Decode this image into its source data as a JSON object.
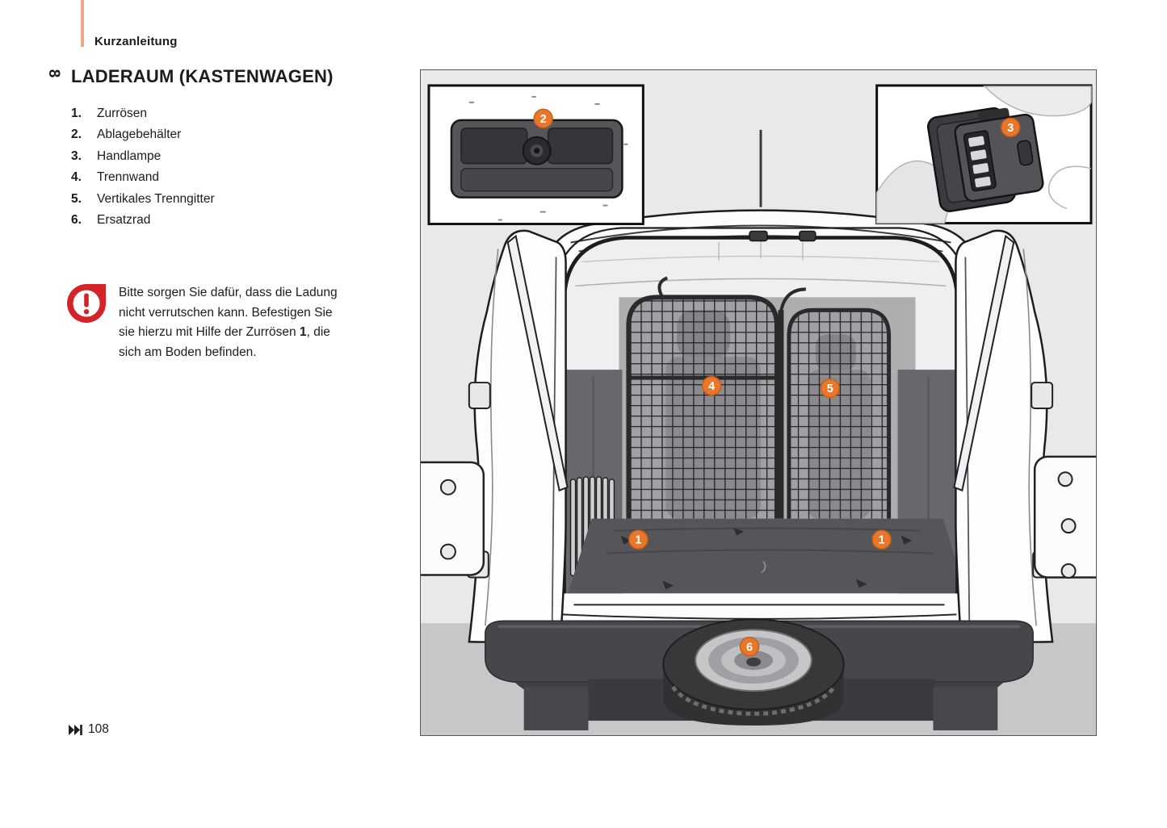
{
  "page": {
    "section_label": "Kurzanleitung",
    "chapter_number": "8",
    "title": "LADERAUM (KASTENWAGEN)",
    "page_ref": "108"
  },
  "legend": {
    "items": [
      {
        "num": "1.",
        "label": "Zurrösen"
      },
      {
        "num": "2.",
        "label": "Ablagebehälter"
      },
      {
        "num": "3.",
        "label": "Handlampe"
      },
      {
        "num": "4.",
        "label": "Trennwand"
      },
      {
        "num": "5.",
        "label": "Vertikales Trenngitter"
      },
      {
        "num": "6.",
        "label": "Ersatzrad"
      }
    ]
  },
  "warning": {
    "line1": "Bitte sorgen Sie dafür, dass die Ladung",
    "line2": "nicht verrutschen kann. Befestigen Sie",
    "line3_before": "sie hierzu mit Hilfe der Zurrösen ",
    "line3_bold": "1",
    "line3_after": ", die",
    "line4": "sich am Boden befinden."
  },
  "illustration": {
    "alt": "Rear view of panel van with open doors showing cargo area, mesh partitions, tie-down rings and spare wheel",
    "markers": [
      {
        "label": "2"
      },
      {
        "label": "3"
      },
      {
        "label": "4"
      },
      {
        "label": "5"
      },
      {
        "label": "1"
      },
      {
        "label": "1"
      },
      {
        "label": "6"
      }
    ]
  },
  "colors": {
    "accent_bar": "#f2a78d",
    "warning_red": "#d5232a",
    "marker_orange": "#e8772b",
    "marker_border": "#c95f17"
  }
}
